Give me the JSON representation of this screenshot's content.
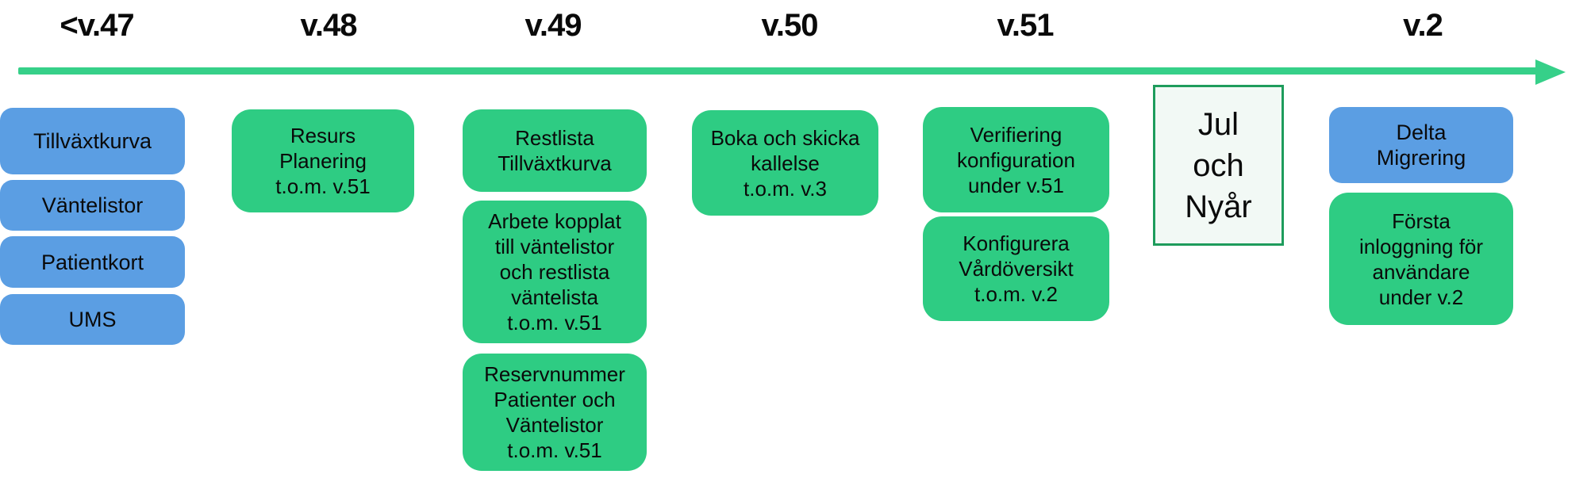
{
  "timeline": {
    "versions": [
      {
        "label": "<v.47"
      },
      {
        "label": "v.48"
      },
      {
        "label": "v.49"
      },
      {
        "label": "v.50"
      },
      {
        "label": "v.51"
      },
      {
        "label": "v.2"
      }
    ]
  },
  "colors": {
    "blue_box": "#5B9EE3",
    "green_box": "#2ECC83",
    "arrow_green": "#36D089",
    "holiday_border": "#1E9C5C",
    "holiday_fill": "#F2F9F5",
    "text_color": "#0A0A0A"
  },
  "columns": {
    "v47": {
      "boxes": [
        {
          "text": "Tillväxtkurva"
        },
        {
          "text": "Väntelistor"
        },
        {
          "text": "Patientkort"
        },
        {
          "text": "UMS"
        }
      ]
    },
    "v48": {
      "boxes": [
        {
          "text": "Resurs\nPlanering\nt.o.m. v.51"
        }
      ]
    },
    "v49": {
      "boxes": [
        {
          "text": "Restlista\nTillväxtkurva"
        },
        {
          "text": "Arbete kopplat\ntill väntelistor\noch restlista\nväntelista\nt.o.m. v.51"
        },
        {
          "text": "Reservnummer\nPatienter och\nVäntelistor\nt.o.m. v.51"
        }
      ]
    },
    "v50": {
      "boxes": [
        {
          "text": "Boka och skicka\nkallelse\nt.o.m. v.3"
        }
      ]
    },
    "v51": {
      "boxes": [
        {
          "text": "Verifiering\nkonfiguration\nunder v.51"
        },
        {
          "text": "Konfigurera\nVårdöversikt\nt.o.m. v.2"
        }
      ]
    },
    "v2": {
      "boxes": [
        {
          "text": "Delta\nMigrering"
        },
        {
          "text": "Första\ninloggning för\nanvändare\nunder v.2"
        }
      ]
    }
  },
  "holiday_box": {
    "text": "Jul\noch\nNyår"
  }
}
